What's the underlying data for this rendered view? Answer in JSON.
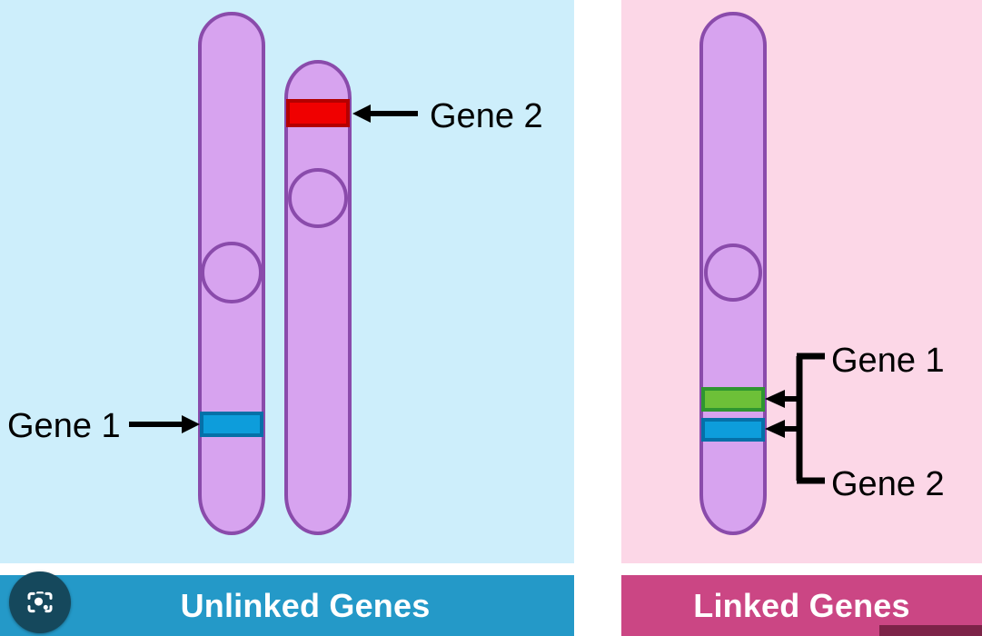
{
  "panels": [
    {
      "id": "unlinked",
      "caption": "Unlinked Genes",
      "caption_color": "#2499c8",
      "background": "#cdeefb",
      "chromosome_fill": "#d7a3ef",
      "chromosome_stroke": "#8a4bab",
      "labels": [
        {
          "text": "Gene 1",
          "band": "blue",
          "arrow": "right"
        },
        {
          "text": "Gene 2",
          "band": "red",
          "arrow": "left"
        }
      ],
      "bands": [
        {
          "gene": "Gene 1",
          "color": "#0d9ddb",
          "stroke": "#0570a8",
          "chromosome": "left",
          "arm": "lower"
        },
        {
          "gene": "Gene 2",
          "color": "#f00000",
          "stroke": "#b40000",
          "chromosome": "right",
          "arm": "upper"
        }
      ]
    },
    {
      "id": "linked",
      "caption": "Linked Genes",
      "caption_color": "#cb4684",
      "background": "#fcd7e7",
      "chromosome_fill": "#d7a3ef",
      "chromosome_stroke": "#8a4bab",
      "labels": [
        {
          "text": "Gene 1",
          "band": "green",
          "arrow": "left"
        },
        {
          "text": "Gene 2",
          "band": "blue",
          "arrow": "left"
        }
      ],
      "bands": [
        {
          "gene": "Gene 1",
          "color": "#6dc038",
          "stroke": "#2e9630",
          "chromosome": "single",
          "arm": "lower"
        },
        {
          "gene": "Gene 2",
          "color": "#0d9ddb",
          "stroke": "#0570a8",
          "chromosome": "single",
          "arm": "lower"
        }
      ]
    }
  ],
  "left_panel": {
    "caption": "Unlinked Genes",
    "gene1_label": "Gene 1",
    "gene2_label": "Gene 2"
  },
  "right_panel": {
    "caption": "Linked Genes",
    "gene1_label": "Gene 1",
    "gene2_label": "Gene 2"
  },
  "overlay": {
    "lens_icon": "lens-camera-icon"
  }
}
